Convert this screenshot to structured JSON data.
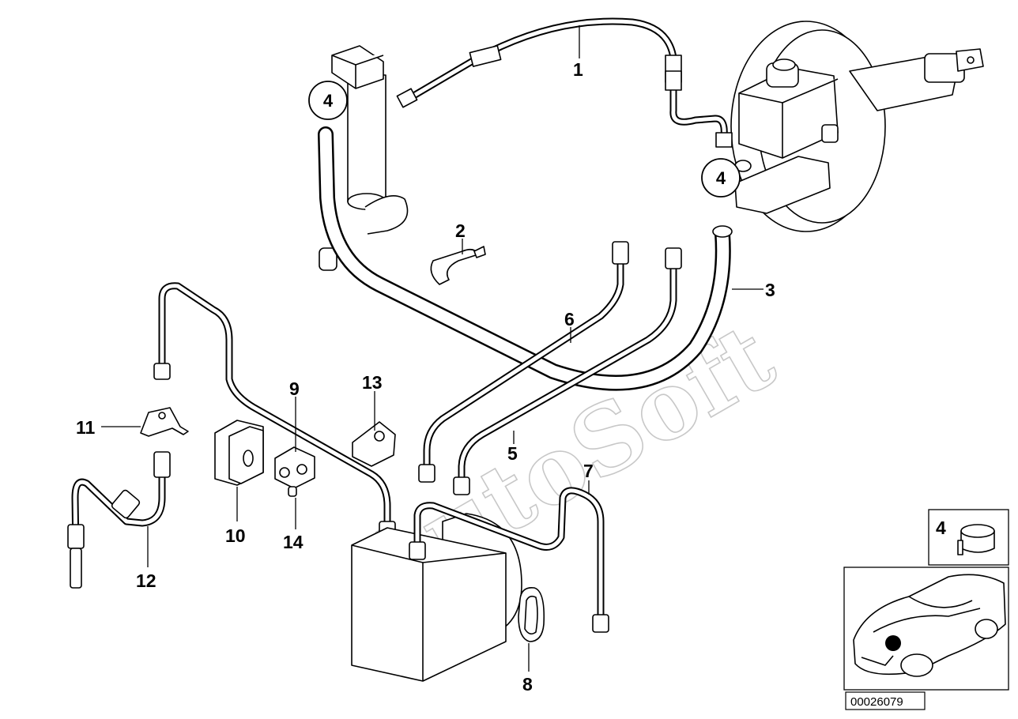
{
  "watermark": "AutoSoft",
  "callouts": {
    "p1": "1",
    "p2": "2",
    "p3": "3",
    "p4_top": "4",
    "p4_booster": "4",
    "p5": "5",
    "p6": "6",
    "p7": "7",
    "p8": "8",
    "p9": "9",
    "p10": "10",
    "p11": "11",
    "p12": "12",
    "p13": "13",
    "p14": "14"
  },
  "inset_part": {
    "label": "4"
  },
  "diagram_number": "00026079"
}
